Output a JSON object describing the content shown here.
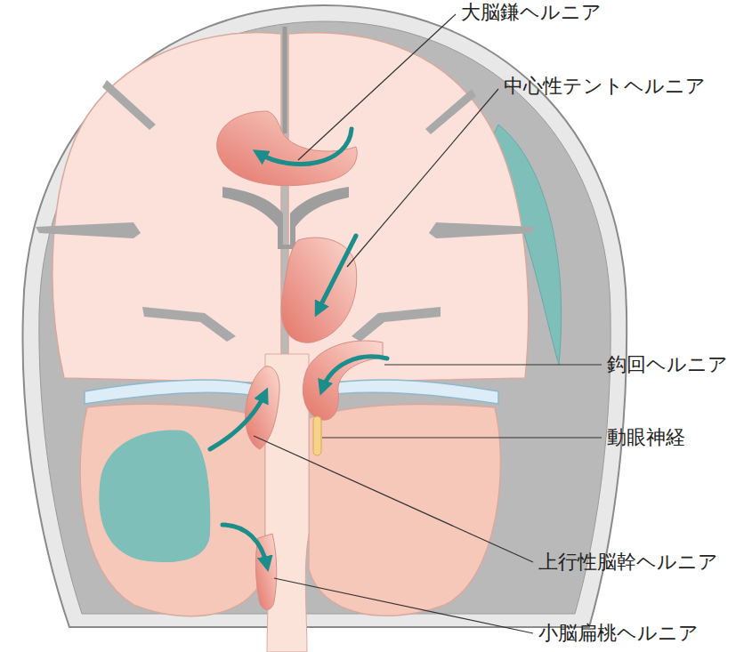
{
  "diagram": {
    "labels": [
      "大脳鎌ヘルニア",
      "中心性テントヘルニア",
      "鈎回ヘルニア",
      "動眼神経",
      "上行性脳幹ヘルニア",
      "小脳扁桃ヘルニア"
    ]
  }
}
